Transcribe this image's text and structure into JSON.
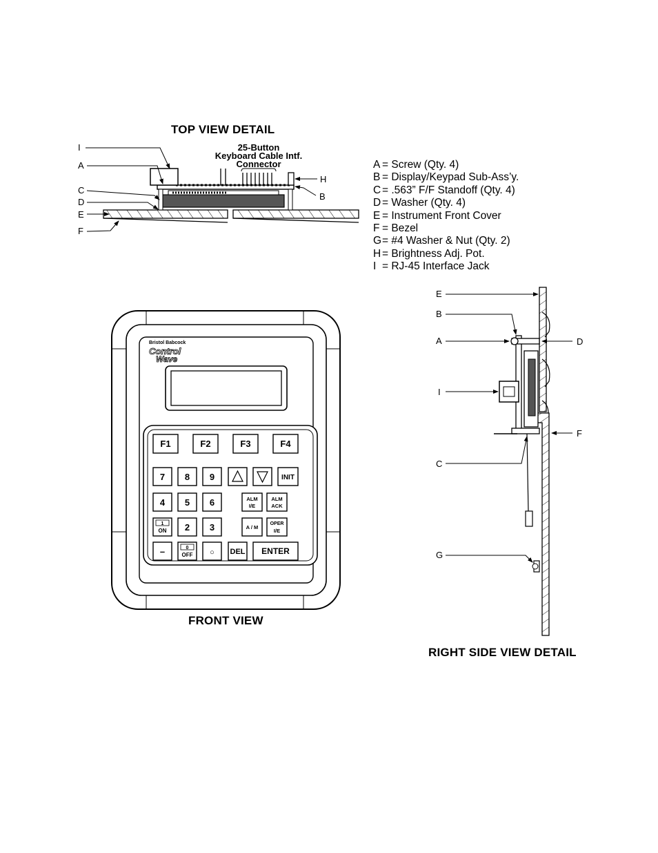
{
  "titles": {
    "top_view": "TOP VIEW DETAIL",
    "front_view": "FRONT VIEW",
    "side_view": "RIGHT SIDE VIEW DETAIL"
  },
  "top_view": {
    "connector_label": [
      "25-Button",
      "Keyboard Cable Intf.",
      "Connector"
    ],
    "callouts": [
      "I",
      "A",
      "C",
      "D",
      "E",
      "F",
      "H",
      "B"
    ]
  },
  "legend": [
    {
      "key": "A",
      "text": "= Screw (Qty. 4)"
    },
    {
      "key": "B",
      "text": "= Display/Keypad Sub-Ass’y."
    },
    {
      "key": "C",
      "text": "= .563” F/F Standoff (Qty. 4)"
    },
    {
      "key": "D",
      "text": "= Washer (Qty. 4)"
    },
    {
      "key": "E",
      "text": "= Instrument Front Cover"
    },
    {
      "key": "F",
      "text": "= Bezel"
    },
    {
      "key": "G",
      "text": "= #4 Washer & Nut (Qty. 2)"
    },
    {
      "key": "H",
      "text": "= Brightness Adj. Pot."
    },
    {
      "key": "I",
      "text": "= RJ-45 Interface Jack"
    }
  ],
  "front_view": {
    "brand_small": "Bristol Babcock",
    "brand_1": "Control",
    "brand_2": "Wave",
    "keys": {
      "f1": "F1",
      "f2": "F2",
      "f3": "F3",
      "f4": "F4",
      "k7": "7",
      "k8": "8",
      "k9": "9",
      "init": "INIT",
      "k4": "4",
      "k5": "5",
      "k6": "6",
      "alm_ie_1": "ALM",
      "alm_ie_2": "I/E",
      "alm_ack_1": "ALM",
      "alm_ack_2": "ACK",
      "on_1": "1",
      "on_2": "ON",
      "k2": "2",
      "k3": "3",
      "am": "A / M",
      "oper_1": "OPER",
      "oper_2": "I/E",
      "minus": "–",
      "off_1": "0",
      "off_2": "OFF",
      "dot": "○",
      "del": "DEL",
      "enter": "ENTER"
    }
  },
  "side_view": {
    "callouts": [
      "E",
      "B",
      "A",
      "D",
      "I",
      "F",
      "C",
      "G"
    ]
  }
}
